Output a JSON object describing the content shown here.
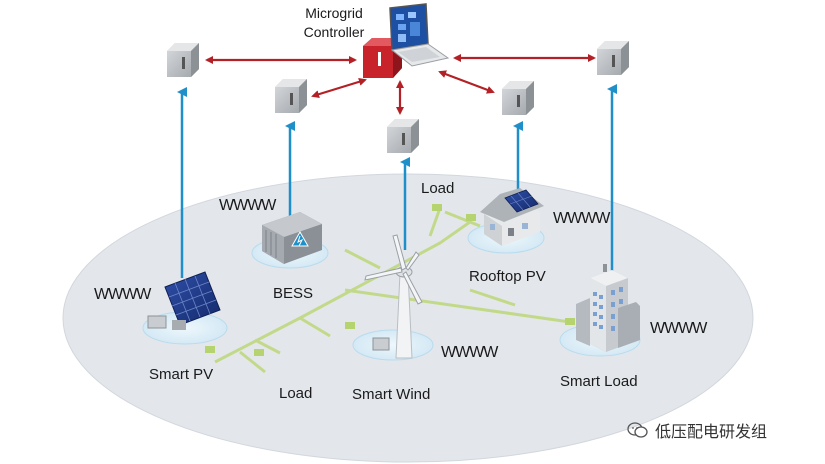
{
  "controller": {
    "line1": "Microgrid",
    "line2": "Controller"
  },
  "labels": {
    "smart_pv": "Smart PV",
    "bess": "BESS",
    "rooftop_pv": "Rooftop PV",
    "smart_wind": "Smart Wind",
    "smart_load": "Smart Load",
    "load_top": "Load",
    "load_bottom": "Load"
  },
  "signal_glyph": "WWWW",
  "watermark": "低压配电研发组",
  "colors": {
    "arrow_red": "#b32025",
    "arrow_blue": "#1f8fc9",
    "line_green": "#c6dc8c",
    "ellipse": "#e6eaee",
    "pad": "#d6ebf6",
    "box": "#b8bcc0"
  },
  "icons": {
    "controller": "laptop-with-red-unit-icon",
    "comm_box": "communication-box-icon",
    "solar": "solar-panel-icon",
    "battery": "battery-container-icon",
    "house": "house-with-solar-icon",
    "wind": "wind-turbine-icon",
    "building": "office-building-icon"
  }
}
